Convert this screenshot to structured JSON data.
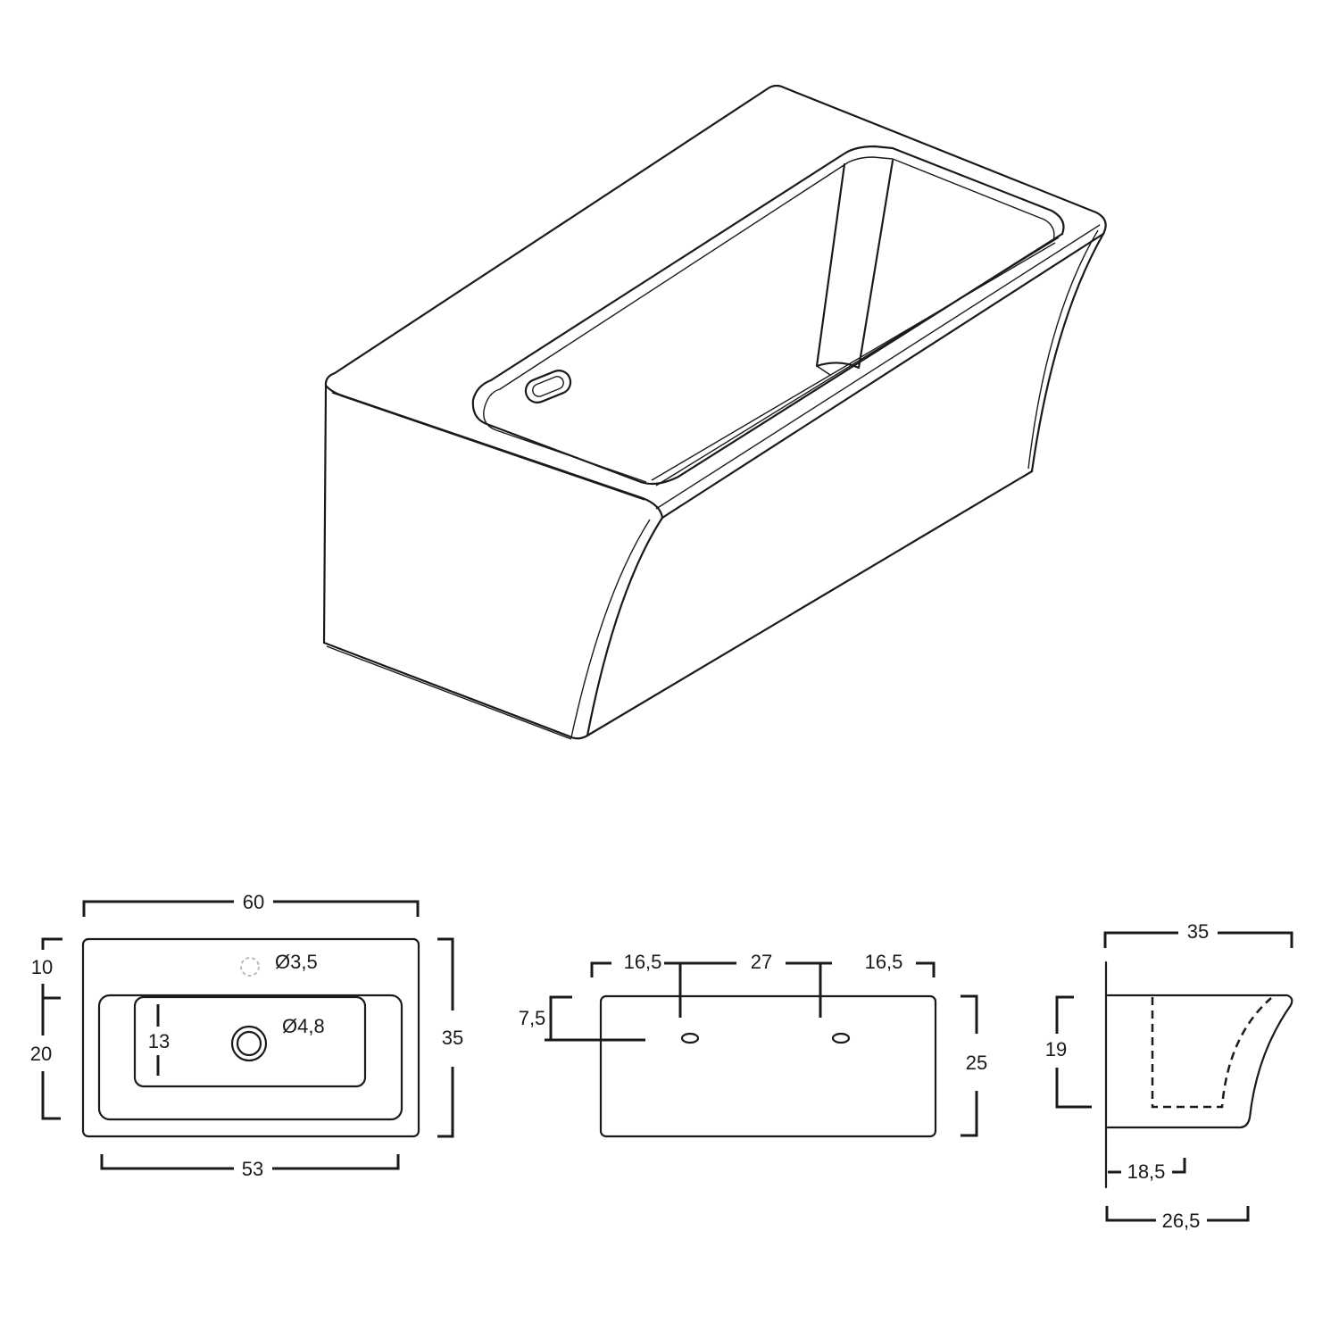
{
  "drawing": {
    "subject": "Wall-hung washbasin technical drawing",
    "colors": {
      "line": "#1a1a1a",
      "background": "#ffffff",
      "hidden_hole": "#bbbbbb"
    }
  },
  "top_view": {
    "overall_width": "60",
    "overall_depth": "35",
    "bowl_width": "53",
    "front_rim": "10",
    "bowl_depth": "20",
    "inner_bowl_depth": "13",
    "tap_hole_diameter": "Ø3,5",
    "drain_diameter": "Ø4,8"
  },
  "back_view": {
    "left_offset": "16,5",
    "fixing_spacing": "27",
    "right_offset": "16,5",
    "fixing_height": "7,5",
    "height": "25"
  },
  "side_view": {
    "depth": "35",
    "bowl_height": "19",
    "inner_depth": "18,5",
    "bottom_depth": "26,5"
  }
}
